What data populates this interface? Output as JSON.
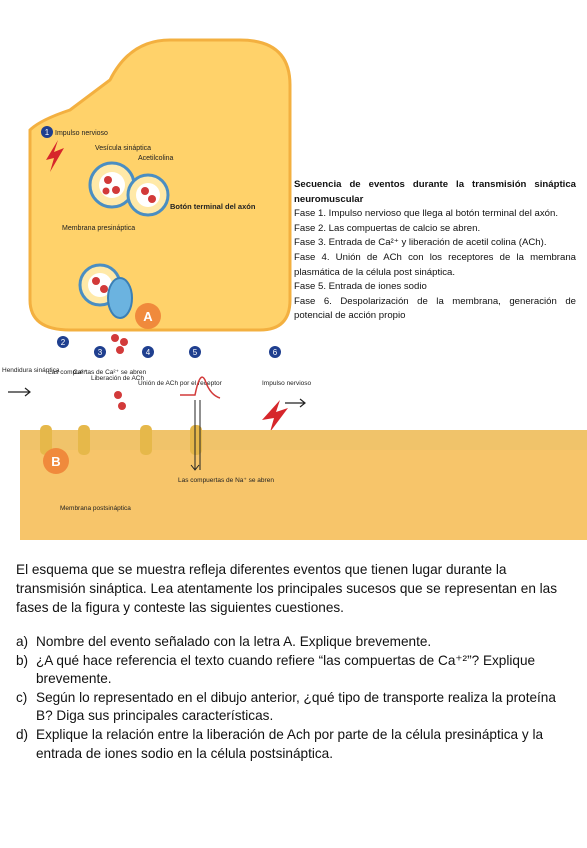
{
  "figure": {
    "label_impulso_top": "Impulso nervioso",
    "label_vesicula": "Vesícula sináptica",
    "label_acetilcolina": "Acetilcolina",
    "label_boton": "Botón terminal del axón",
    "label_membrana_pre": "Membrana presináptica",
    "label_A": "A",
    "label_B": "B",
    "label_hendidura": "Hendidura sináptica",
    "label_compuertas_ca": "Las compuertas de Ca²⁺ se abren",
    "label_ca": "Ca²⁺",
    "label_liberacion": "Liberación de ACh",
    "label_union": "Unión de ACh por el receptor",
    "label_impulso_right": "Impulso nervioso",
    "label_compuertas_na": "Las compuertas de Na⁺ se abren",
    "label_membrana_post": "Membrana postsináptica",
    "step_numbers": [
      "1",
      "2",
      "3",
      "4",
      "5",
      "6"
    ],
    "colors": {
      "terminal": "#ffd26a",
      "terminal_edge": "#f3b040",
      "post": "#f7c56a",
      "membrane": "#f0c36a",
      "badge": "#f08a3c"
    }
  },
  "events": {
    "title": "Secuencia de eventos durante la transmisión sináptica neuromuscular",
    "lines": [
      "Fase 1. Impulso nervioso que llega al botón terminal del axón.",
      "Fase 2. Las compuertas de calcio se abren.",
      "Fase 3. Entrada de Ca²⁺ y liberación de acetil colina (ACh).",
      "Fase 4. Unión de ACh con los receptores de la membrana plasmática de la célula post sináptica.",
      "Fase 5. Entrada de iones sodio",
      "Fase 6. Despolarización de la membrana, generación de potencial de acción propio"
    ]
  },
  "intro": "El esquema que se muestra refleja diferentes eventos que tienen lugar durante la transmisión sináptica. Lea atentamente los principales sucesos que se representan en las fases de la figura y conteste las siguientes cuestiones.",
  "questions": [
    {
      "letter": "a)",
      "text": "Nombre del evento señalado con la letra A. Explique brevemente."
    },
    {
      "letter": "b)",
      "text": "¿A qué hace referencia el texto cuando refiere “las compuertas de Ca⁺²”? Explique brevemente."
    },
    {
      "letter": "c)",
      "text": "Según lo representado en el dibujo anterior, ¿qué tipo de transporte realiza la proteína B? Diga sus principales características."
    },
    {
      "letter": "d)",
      "text": "Explique la relación entre la liberación de Ach por parte de la célula presináptica y la entrada de iones sodio en la célula postsináptica."
    }
  ]
}
